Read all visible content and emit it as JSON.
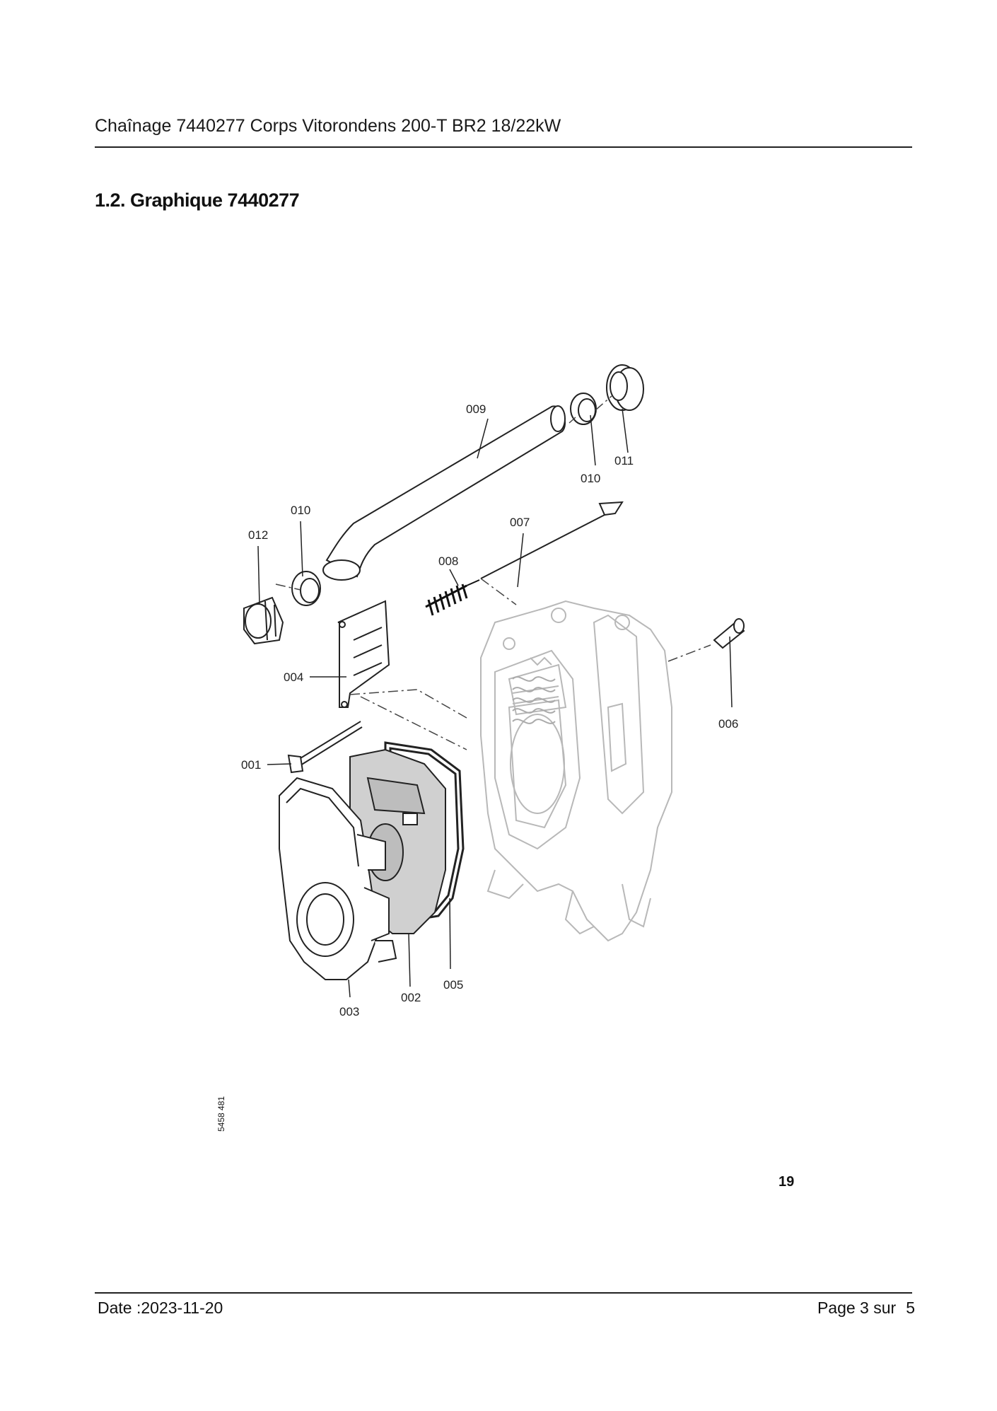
{
  "header": {
    "title": "Chaînage 7440277 Corps Vitorondens 200-T BR2 18/22kW"
  },
  "section": {
    "heading": "1.2. Graphique 7440277"
  },
  "diagram": {
    "labels": {
      "p009": "009",
      "p010_top": "010",
      "p011": "011",
      "p010_left": "010",
      "p012": "012",
      "p007": "007",
      "p008": "008",
      "p004": "004",
      "p006": "006",
      "p001": "001",
      "p005": "005",
      "p002": "002",
      "p003": "003"
    },
    "reference_code": "5458 481",
    "sheet_number": "19"
  },
  "footer": {
    "date": "Date :2023-11-20",
    "page_label": "Page 3 sur",
    "page_total": "5"
  }
}
